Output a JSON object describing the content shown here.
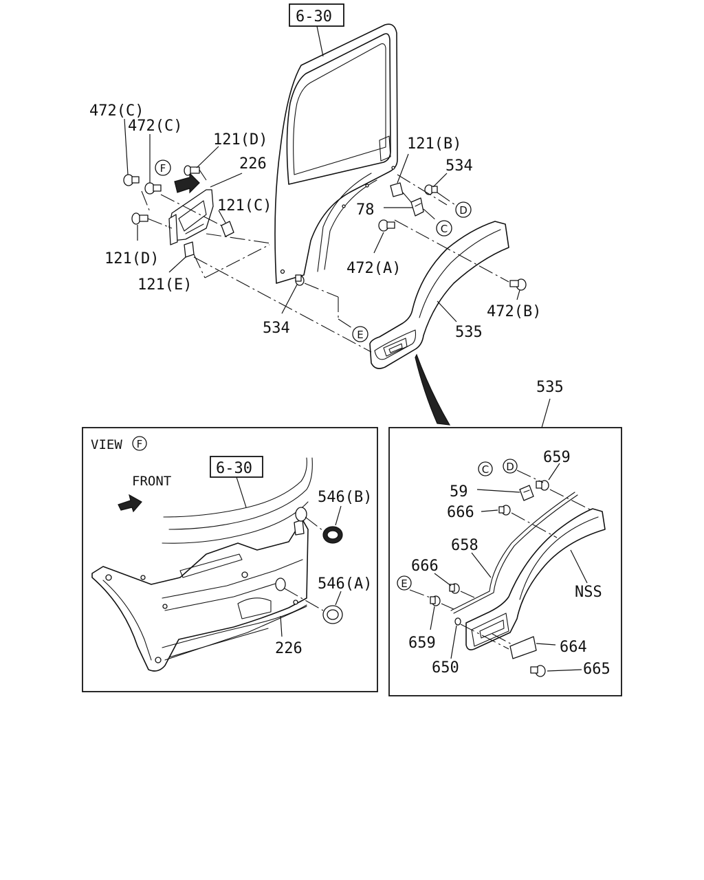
{
  "references": {
    "ref_top": "6-30",
    "ref_view": "6-30"
  },
  "labels": {
    "p472c_a": "472(C)",
    "p472c_b": "472(C)",
    "p121d_top": "121(D)",
    "p226_top": "226",
    "p121c": "121(C)",
    "p121d_bot": "121(D)",
    "p121e": "121(E)",
    "p121b": "121(B)",
    "p534_top": "534",
    "p78": "78",
    "p472a": "472(A)",
    "p534_bot": "534",
    "p535": "535",
    "p472b": "472(B)",
    "p535_detail": "535",
    "p546b": "546(B)",
    "p546a": "546(A)",
    "p226_view": "226",
    "p659_top": "659",
    "p59": "59",
    "p666_top": "666",
    "p658": "658",
    "p666_bot": "666",
    "p659_bot": "659",
    "p650": "650",
    "p664": "664",
    "p665": "665",
    "nss": "NSS"
  },
  "circled": {
    "F": "F",
    "C": "C",
    "D": "D",
    "E": "E"
  },
  "view_panel": {
    "title": "VIEW",
    "view_letter": "F",
    "front": "FRONT"
  }
}
